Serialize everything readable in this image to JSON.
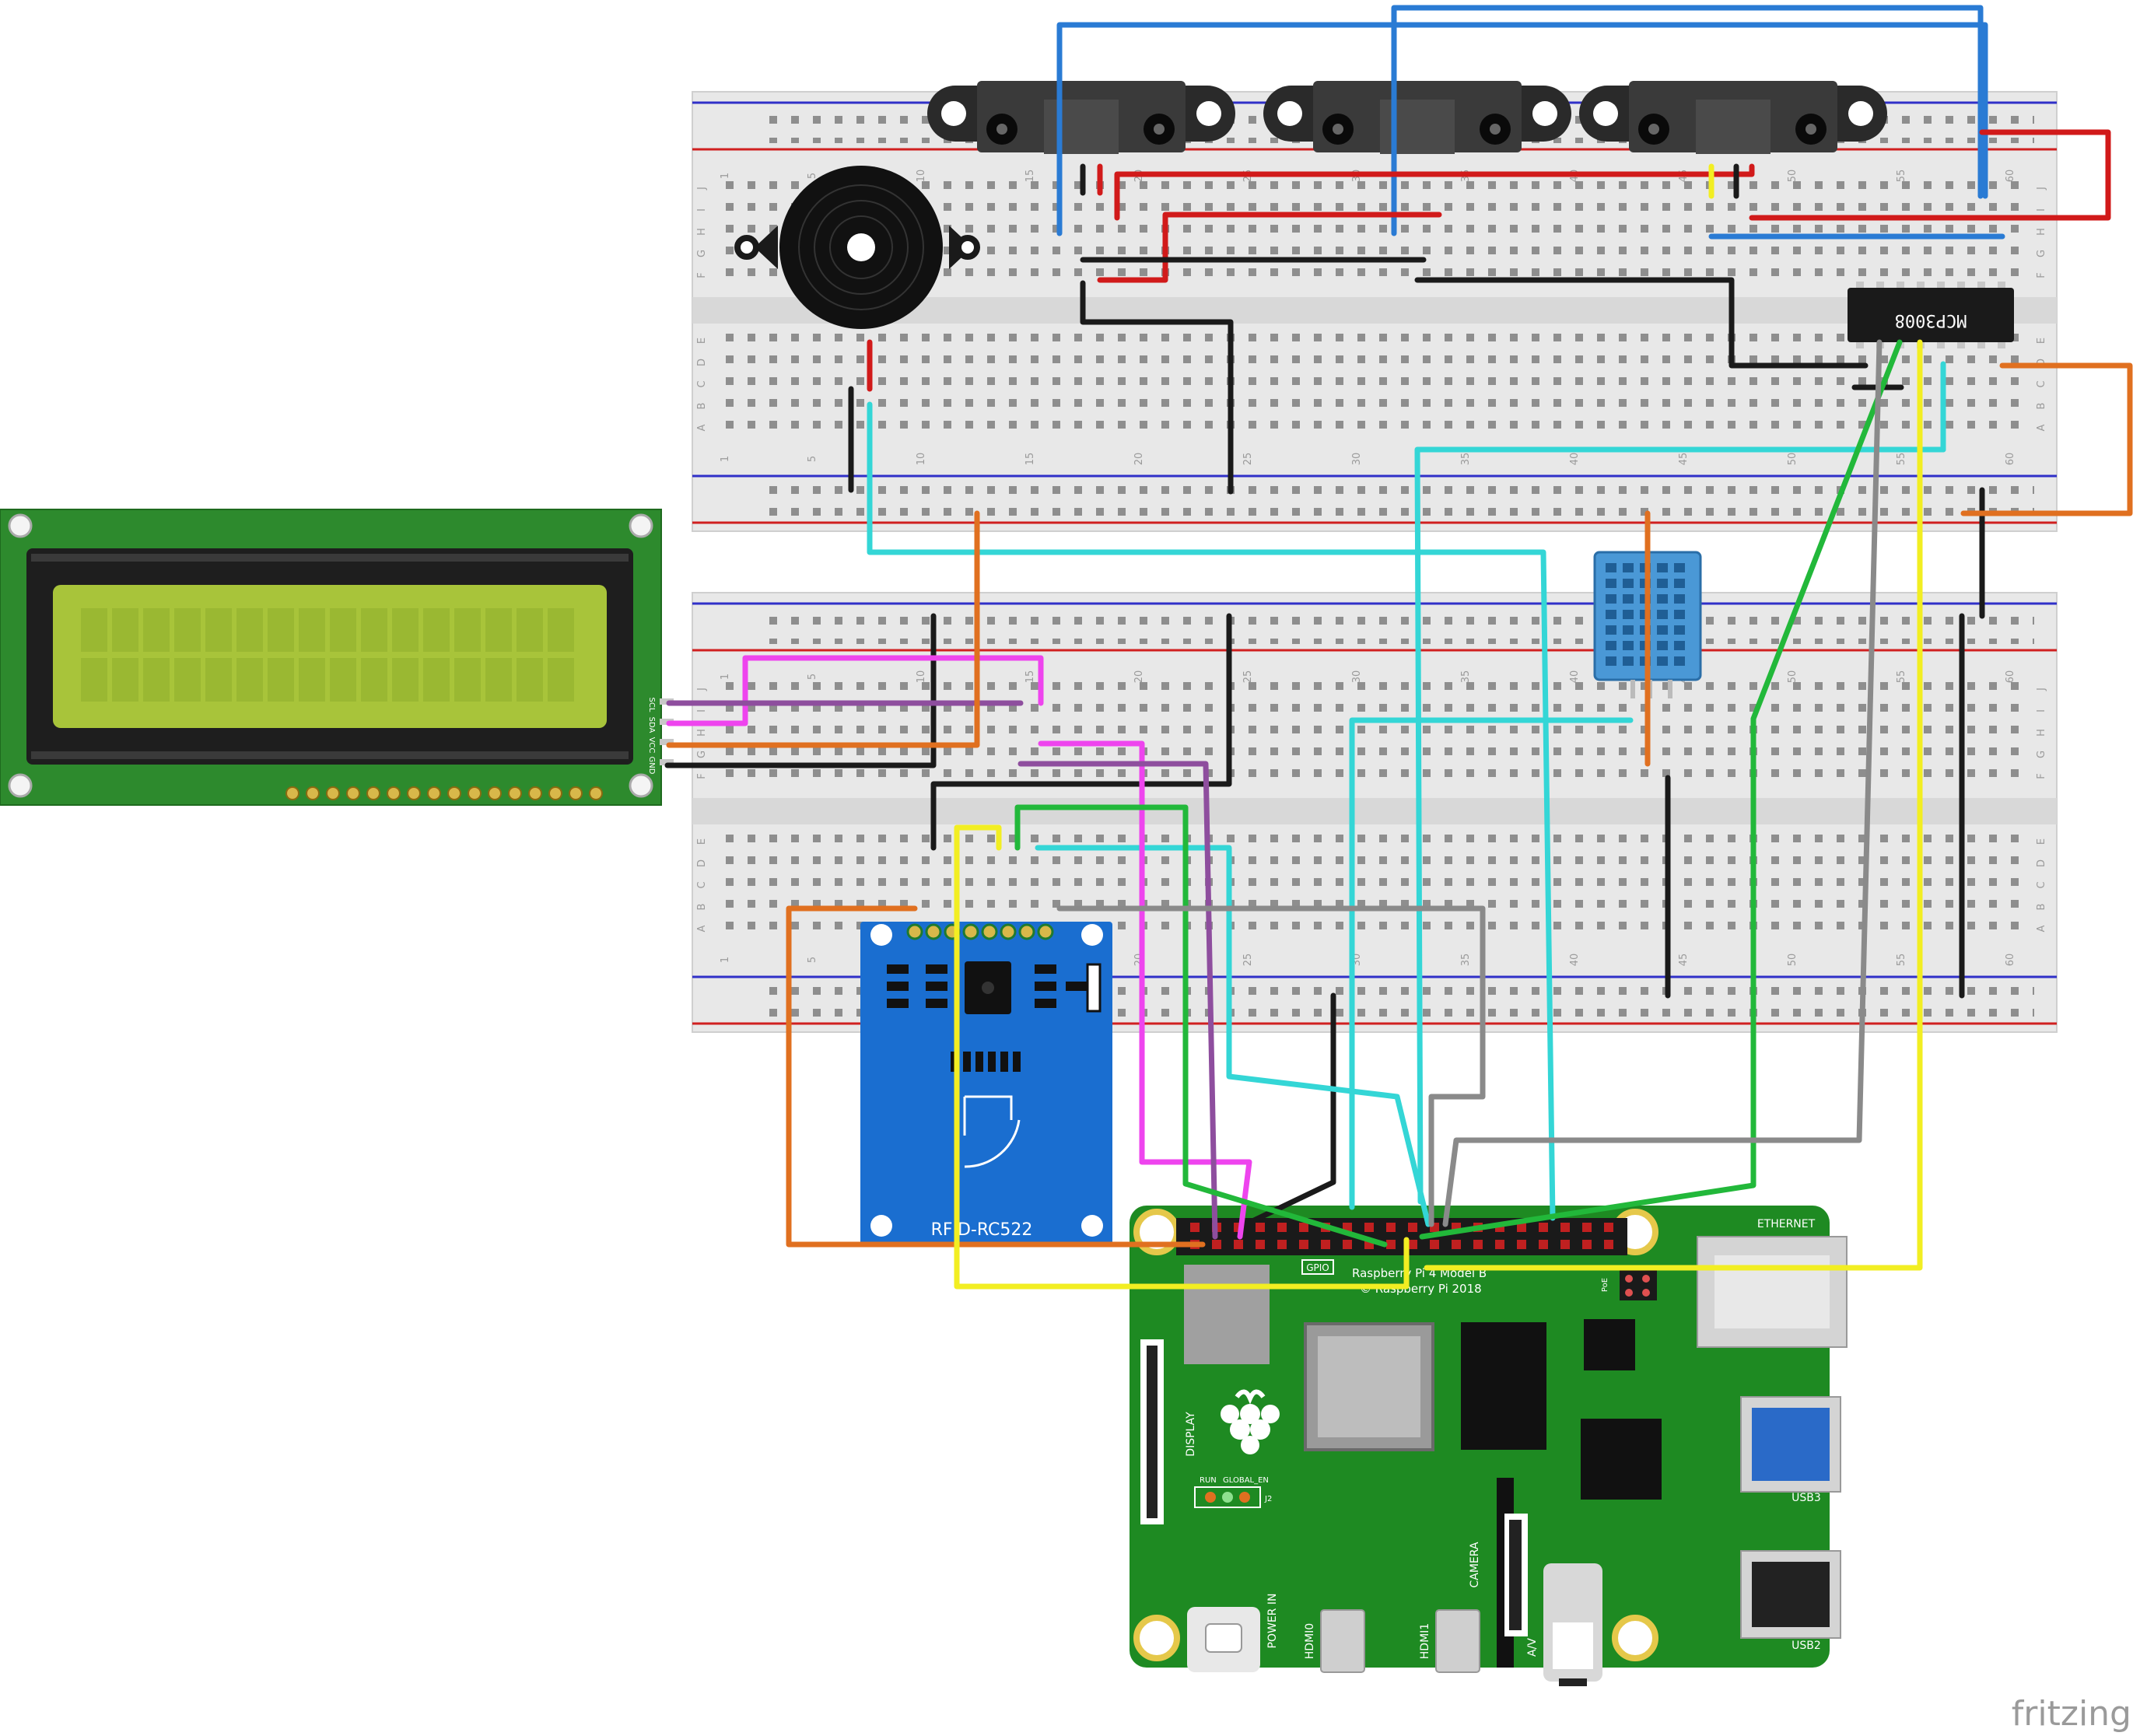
{
  "lcd": {
    "pins": [
      "SCL",
      "SDA",
      "VCC",
      "GND"
    ]
  },
  "breadboard": {
    "rows_top": [
      "J",
      "I",
      "H",
      "G",
      "F"
    ],
    "rows_bottom": [
      "E",
      "D",
      "C",
      "B",
      "A"
    ],
    "column_numbers": [
      "1",
      "5",
      "10",
      "15",
      "20",
      "25",
      "30",
      "35",
      "40",
      "45",
      "50",
      "55",
      "60"
    ]
  },
  "adc_chip": {
    "label": "MCP3008"
  },
  "rfid": {
    "label": "RFID-RC522"
  },
  "pi": {
    "title": "Raspberry Pi 4 Model B",
    "copyright": "© Raspberry Pi 2018",
    "gpio": "GPIO",
    "ethernet": "ETHERNET",
    "usb3": "USB3",
    "usb2": "USB2",
    "display": "DISPLAY",
    "camera": "CAMERA",
    "power": "POWER IN",
    "hdmi0": "HDMI0",
    "hdmi1": "HDMI1",
    "av": "A/V",
    "run": "RUN",
    "global_en": "GLOBAL_EN",
    "j2": "J2",
    "poe": "PoE"
  },
  "watermark": "fritzing",
  "colors": {
    "wire_blue": "#2a7bd4",
    "wire_red": "#d11a1a",
    "wire_black": "#1a1a1a",
    "wire_cyan": "#34d6d6",
    "wire_magenta": "#ee44ee",
    "wire_purple": "#8e4e9e",
    "wire_orange": "#e07020",
    "wire_yellow": "#f2ee22",
    "wire_green": "#22b83a",
    "wire_gray": "#8a8a8a",
    "pi_board": "#1e8a22",
    "rfid_board": "#1a6ed0",
    "lcd_board": "#2d8a2d",
    "lcd_screen": "#a8c43a",
    "sensor_blue": "#4a98d6"
  }
}
